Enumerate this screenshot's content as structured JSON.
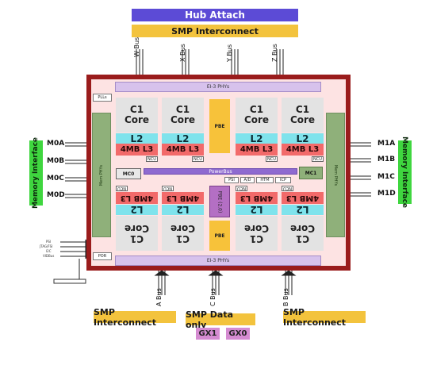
{
  "top": {
    "hub_attach": "Hub Attach",
    "smp_interconnect": "SMP Interconnect"
  },
  "buses_top": [
    "W Bus",
    "X Bus",
    "Y Bus",
    "Z Bus"
  ],
  "buses_bottom": [
    "A Bus",
    "C Bus",
    "B Bus"
  ],
  "chip": {
    "pll": "PLLs",
    "por": "POR",
    "ei_phys_top": "EI-3 PHYs",
    "ei_phys_bottom": "EI-3 PHYs",
    "mem_phys_left": "Mem PHYs",
    "mem_phys_right": "Mem PHYs",
    "pbe_top": "PBE",
    "pbe_bottom": "PBE",
    "powerbus": "PowerBus",
    "mc0": "MC0",
    "mc1": "MC1",
    "psi": "PSI",
    "ad": "A/D",
    "htm": "HTM",
    "icp": "ICP",
    "ncu": "NCU",
    "pbe_vertical": "PBE (2.0)",
    "cores_top": [
      {
        "line1": "C1",
        "line2": "Core",
        "l2": "L2",
        "l3": "4MB L3"
      },
      {
        "line1": "C1",
        "line2": "Core",
        "l2": "L2",
        "l3": "4MB L3"
      },
      {
        "line1": "C1",
        "line2": "Core",
        "l2": "L2",
        "l3": "4MB L3"
      },
      {
        "line1": "C1",
        "line2": "Core",
        "l2": "L2",
        "l3": "4MB L3"
      }
    ],
    "cores_bottom": [
      {
        "line1": "C1",
        "line2": "Core",
        "l2": "L2",
        "l3": "4MB L3"
      },
      {
        "line1": "C1",
        "line2": "Core",
        "l2": "L2",
        "l3": "4MB L3"
      },
      {
        "line1": "C1",
        "line2": "Core",
        "l2": "L2",
        "l3": "4MB L3"
      },
      {
        "line1": "C1",
        "line2": "Core",
        "l2": "L2",
        "l3": "4MB L3"
      }
    ]
  },
  "memory_left": {
    "label": "Memory Interface",
    "ports": [
      "M0A",
      "M0B",
      "M0C",
      "M0D"
    ]
  },
  "memory_right": {
    "label": "Memory Interface",
    "ports": [
      "M1A",
      "M1B",
      "M1C",
      "M1D"
    ]
  },
  "misc_left": {
    "signals": [
      "PSI",
      "JTAG/FSI",
      "I2C",
      "VIDBus"
    ]
  },
  "bottom": {
    "smp_left": "SMP Interconnect",
    "smp_data_only": "SMP Data only",
    "smp_right": "SMP Interconnect",
    "gx1": "GX1",
    "gx0": "GX0"
  },
  "colors": {
    "chip_border": "#9a1c1c",
    "hub_attach": "#5c4bd6",
    "smp_bar": "#f3c33d",
    "memory_interface": "#3fd63f",
    "l2": "#7fe3ec",
    "l3": "#f26a6a",
    "gx": "#d58bd1"
  }
}
